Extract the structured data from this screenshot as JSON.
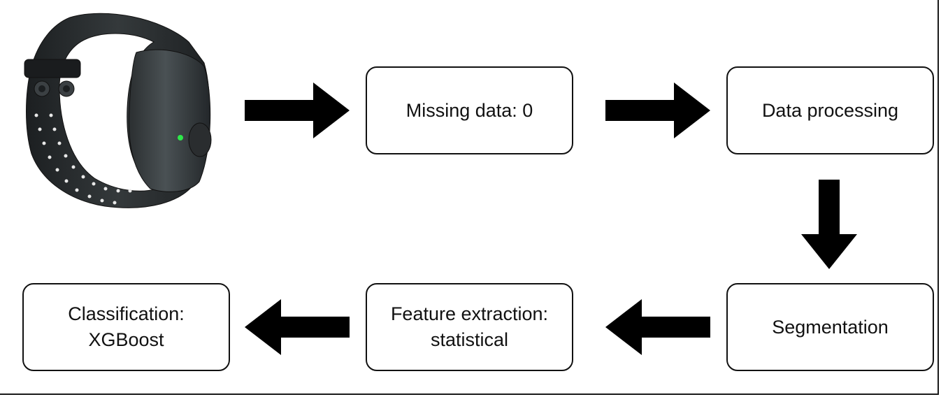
{
  "nodes": {
    "missing_data": "Missing data: 0",
    "data_processing": "Data processing",
    "segmentation": "Segmentation",
    "feature_extraction": "Feature extraction:\nstatistical",
    "classification": "Classification:\nXGBoost"
  },
  "icons": {
    "device": "wristband-sensor-icon",
    "arrow": "arrow-icon"
  },
  "colors": {
    "arrow": "#000000",
    "box_border": "#111111",
    "band": "#2a2e30",
    "led": "#2ee84a"
  }
}
